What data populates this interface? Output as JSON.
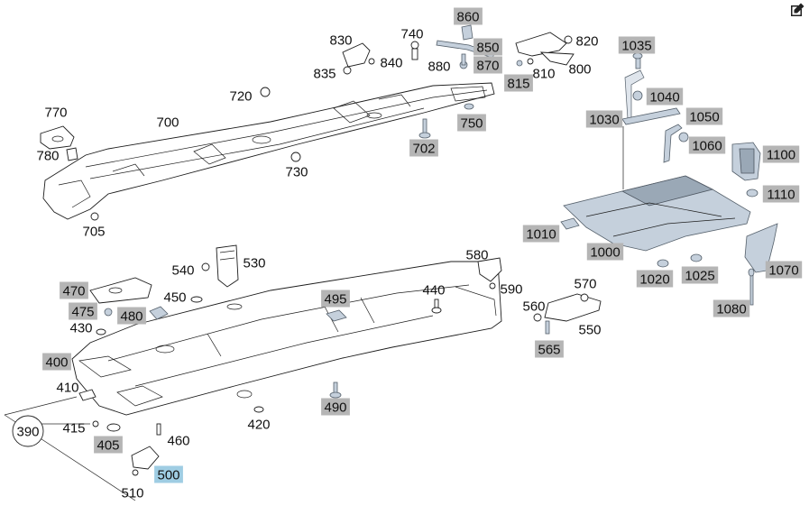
{
  "colors": {
    "label_gray": "#b5b5b5",
    "label_blue": "#9fcde3",
    "part_blue": "#c5d0dc",
    "line": "#1d1d1d"
  },
  "toolbar": {
    "edit_icon": "edit-icon"
  },
  "callouts": [
    {
      "text": "860",
      "style": "gray"
    },
    {
      "text": "850",
      "style": "gray"
    },
    {
      "text": "870",
      "style": "gray"
    },
    {
      "text": "815",
      "style": "gray"
    },
    {
      "text": "1035",
      "style": "gray"
    },
    {
      "text": "1040",
      "style": "gray"
    },
    {
      "text": "1030",
      "style": "gray"
    },
    {
      "text": "1050",
      "style": "gray"
    },
    {
      "text": "1060",
      "style": "gray"
    },
    {
      "text": "1100",
      "style": "gray"
    },
    {
      "text": "1110",
      "style": "gray"
    },
    {
      "text": "1010",
      "style": "gray"
    },
    {
      "text": "1000",
      "style": "gray"
    },
    {
      "text": "1020",
      "style": "gray"
    },
    {
      "text": "1025",
      "style": "gray"
    },
    {
      "text": "1070",
      "style": "gray"
    },
    {
      "text": "1080",
      "style": "gray"
    },
    {
      "text": "750",
      "style": "gray"
    },
    {
      "text": "702",
      "style": "gray"
    },
    {
      "text": "470",
      "style": "gray"
    },
    {
      "text": "475",
      "style": "gray"
    },
    {
      "text": "480",
      "style": "gray"
    },
    {
      "text": "495",
      "style": "gray"
    },
    {
      "text": "400",
      "style": "gray"
    },
    {
      "text": "490",
      "style": "gray"
    },
    {
      "text": "405",
      "style": "gray"
    },
    {
      "text": "565",
      "style": "gray"
    },
    {
      "text": "500",
      "style": "blue"
    },
    {
      "text": "830",
      "style": "plain"
    },
    {
      "text": "740",
      "style": "plain"
    },
    {
      "text": "840",
      "style": "plain"
    },
    {
      "text": "835",
      "style": "plain"
    },
    {
      "text": "880",
      "style": "plain"
    },
    {
      "text": "810",
      "style": "plain"
    },
    {
      "text": "820",
      "style": "plain"
    },
    {
      "text": "800",
      "style": "plain"
    },
    {
      "text": "720",
      "style": "plain"
    },
    {
      "text": "770",
      "style": "plain"
    },
    {
      "text": "700",
      "style": "plain"
    },
    {
      "text": "780",
      "style": "plain"
    },
    {
      "text": "730",
      "style": "plain"
    },
    {
      "text": "705",
      "style": "plain"
    },
    {
      "text": "540",
      "style": "plain"
    },
    {
      "text": "530",
      "style": "plain"
    },
    {
      "text": "580",
      "style": "plain"
    },
    {
      "text": "450",
      "style": "plain"
    },
    {
      "text": "440",
      "style": "plain"
    },
    {
      "text": "590",
      "style": "plain"
    },
    {
      "text": "570",
      "style": "plain"
    },
    {
      "text": "430",
      "style": "plain"
    },
    {
      "text": "560",
      "style": "plain"
    },
    {
      "text": "550",
      "style": "plain"
    },
    {
      "text": "410",
      "style": "plain"
    },
    {
      "text": "420",
      "style": "plain"
    },
    {
      "text": "415",
      "style": "plain"
    },
    {
      "text": "460",
      "style": "plain"
    },
    {
      "text": "510",
      "style": "plain"
    },
    {
      "text": "390",
      "style": "circle"
    }
  ]
}
